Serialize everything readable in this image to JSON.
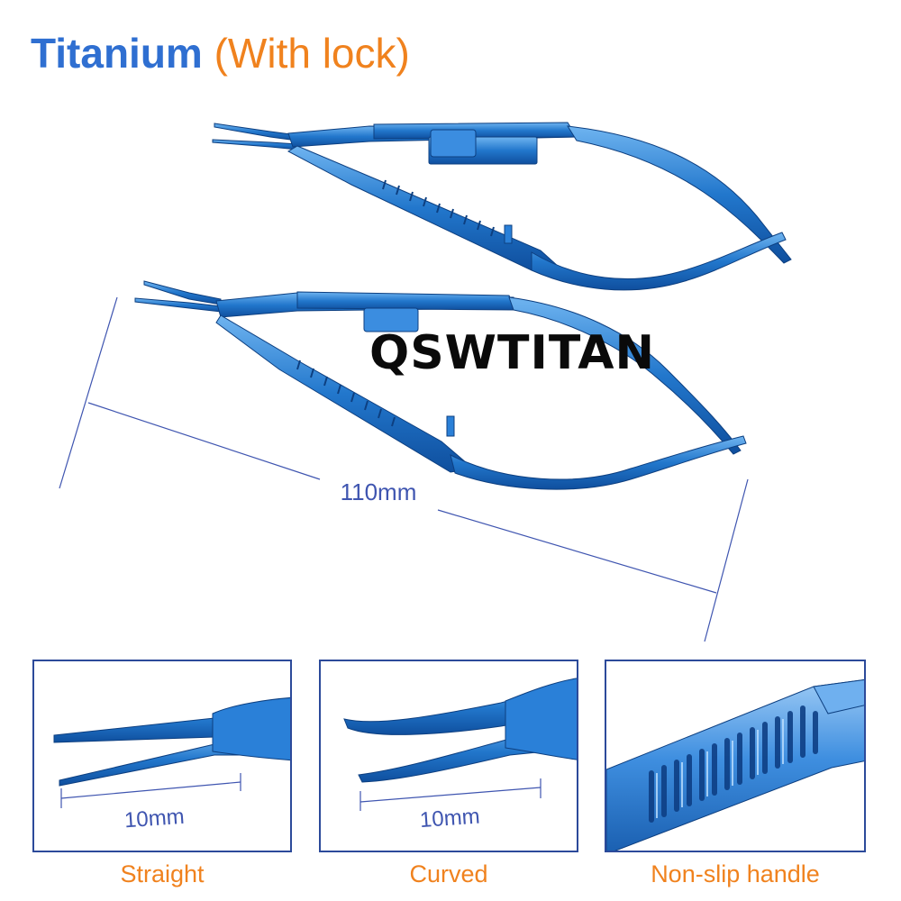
{
  "title": {
    "main": "Titanium",
    "sub": "(With lock)"
  },
  "watermark": "QSWTITAN",
  "dimension": {
    "overall_length": "110mm"
  },
  "panels": [
    {
      "tip_length": "10mm",
      "caption": "Straight"
    },
    {
      "tip_length": "10mm",
      "caption": "Curved"
    },
    {
      "caption": "Non-slip handle"
    }
  ],
  "colors": {
    "title_blue": "#2f6fd1",
    "accent_orange": "#f0821e",
    "instrument_blue": "#1f6fc4",
    "dimension_line": "#3f55b0",
    "panel_border": "#2c4a9a"
  }
}
